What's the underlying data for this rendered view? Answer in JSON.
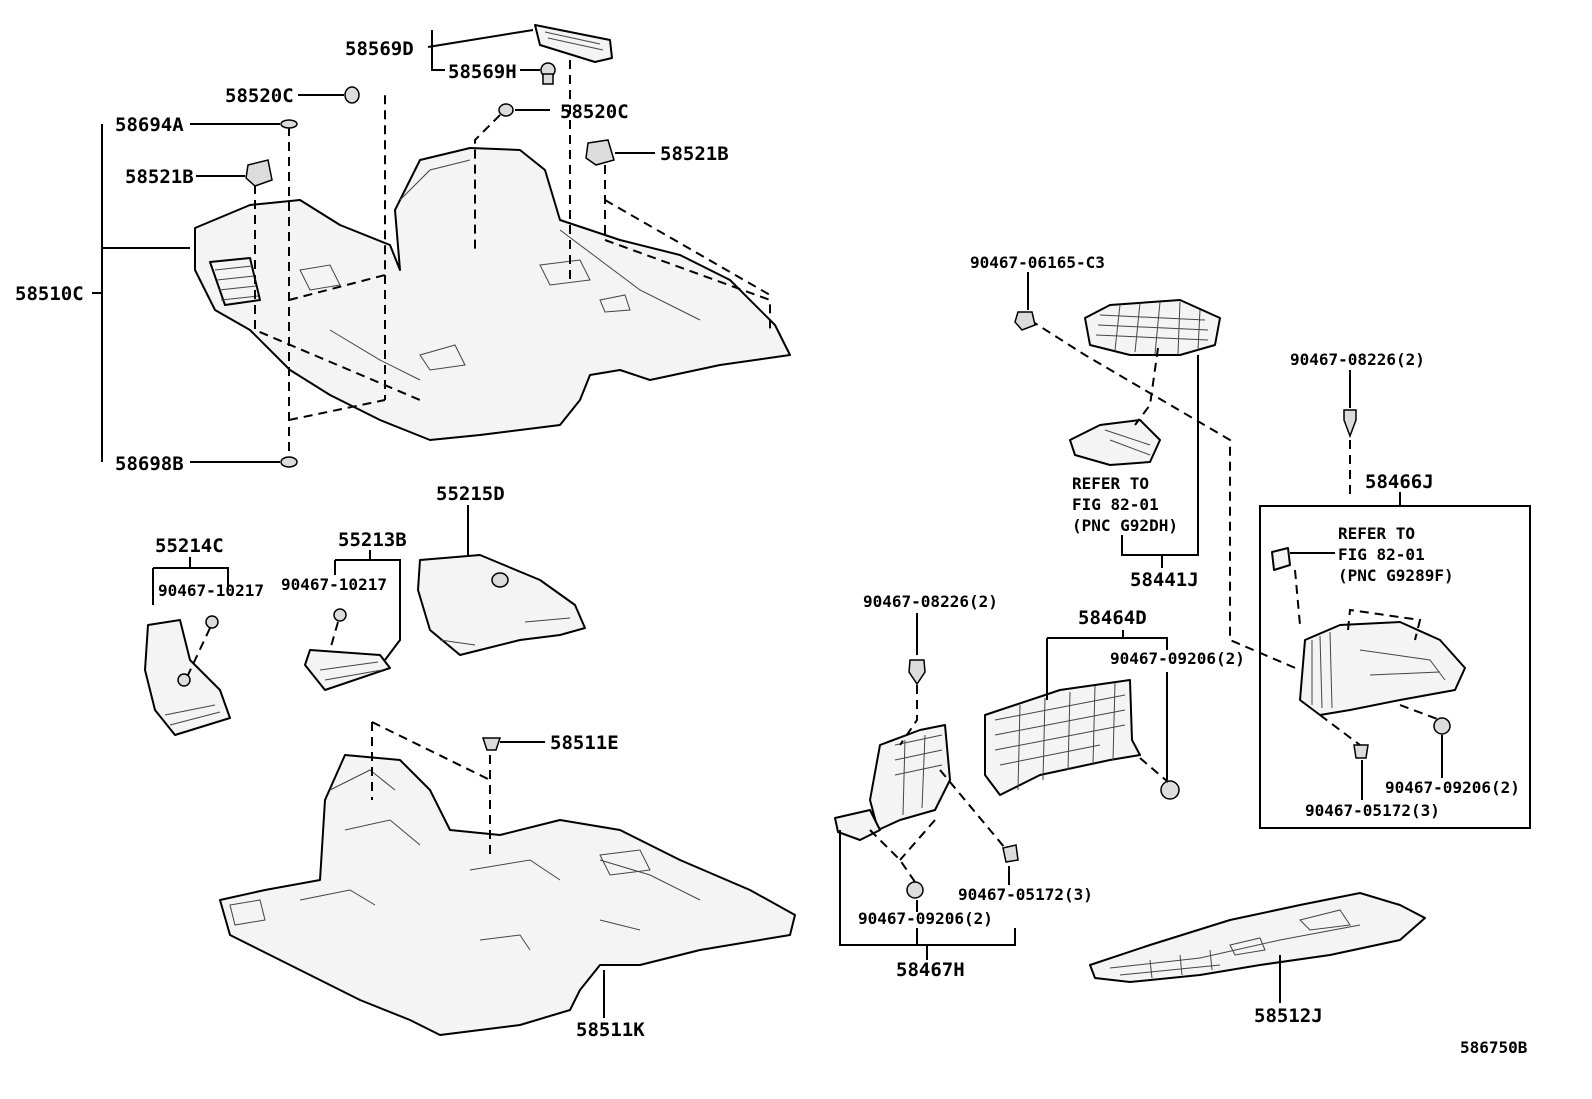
{
  "diagram": {
    "figure_id": "586750B",
    "labels": {
      "p58569D": "58569D",
      "p58569H": "58569H",
      "p58520C_a": "58520C",
      "p58520C_b": "58520C",
      "p58694A": "58694A",
      "p58521B_a": "58521B",
      "p58521B_b": "58521B",
      "p58510C": "58510C",
      "p58698B": "58698B",
      "p55215D": "55215D",
      "p55214C": "55214C",
      "p55213B": "55213B",
      "p90467_10217_a": "90467-10217",
      "p90467_10217_b": "90467-10217",
      "p58511E": "58511E",
      "p58511K": "58511K",
      "p90467_06165": "90467-06165-C3",
      "refer1_line1": "REFER TO",
      "refer1_line2": "FIG 82-01",
      "refer1_line3": "(PNC G92DH)",
      "p58441J": "58441J",
      "p90467_08226_a": "90467-08226(2)",
      "p58466J": "58466J",
      "refer2_line1": "REFER TO",
      "refer2_line2": "FIG 82-01",
      "refer2_line3": "(PNC G9289F)",
      "p90467_08226_b": "90467-08226(2)",
      "p58464D": "58464D",
      "p90467_09206_a": "90467-09206(2)",
      "p90467_09206_b": "90467-09206(2)",
      "p90467_09206_c": "90467-09206(2)",
      "p90467_05172_a": "90467-05172(3)",
      "p90467_05172_b": "90467-05172(3)",
      "p58467H": "58467H",
      "p58512J": "58512J"
    }
  }
}
